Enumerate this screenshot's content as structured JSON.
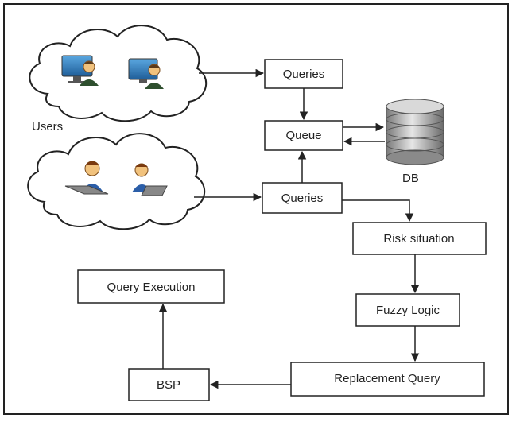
{
  "diagram": {
    "nodes": {
      "queries_top": "Queries",
      "queue": "Queue",
      "queries_bottom": "Queries",
      "db": "DB",
      "risk": "Risk situation",
      "fuzzy": "Fuzzy Logic",
      "replacement": "Replacement Query",
      "bsp": "BSP",
      "execution": "Query Execution"
    },
    "users_label": "Users",
    "icons": [
      "user-desktop-icon",
      "user-desktop-icon",
      "user-laptop-icon",
      "user-laptop-icon",
      "database-icon"
    ]
  }
}
